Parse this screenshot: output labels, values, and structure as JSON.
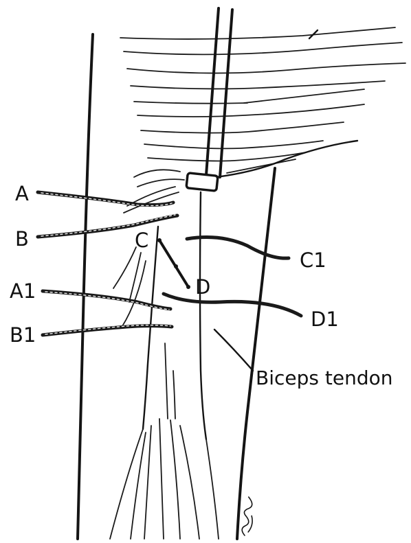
{
  "labels": {
    "a": "A",
    "b": "B",
    "c": "C",
    "c1": "C1",
    "d": "D",
    "a1": "A1",
    "b1": "B1",
    "d1": "D1",
    "biceps_tendon": "Biceps tendon"
  },
  "ink_color": "#141414",
  "background_color": "#ffffff"
}
